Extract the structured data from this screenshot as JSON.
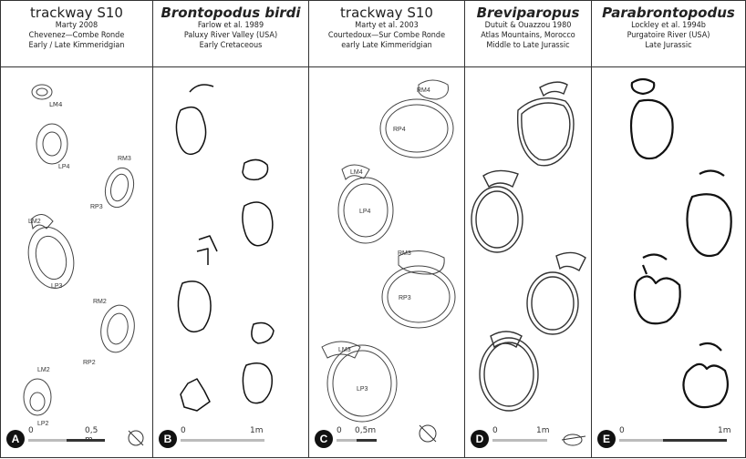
{
  "panels": [
    {
      "letter": "A",
      "title": "trackway S10",
      "italic": false,
      "lines": [
        "Marty 2008",
        "Chevenez—Combe Ronde",
        "Early / Late Kimmeridgian"
      ],
      "scale": {
        "zero": "0",
        "end": "0,5 m"
      },
      "labels": [
        "LM4",
        "LP4",
        "RM3",
        "RP3",
        "LM2",
        "LP3",
        "RM2",
        "RP2",
        "LM2",
        "LP2"
      ]
    },
    {
      "letter": "B",
      "title": "Brontopodus birdi",
      "italic": true,
      "lines": [
        "Farlow et al. 1989",
        "Paluxy River Valley (USA)",
        "Early Cretaceous"
      ],
      "scale": {
        "zero": "0",
        "end": "1m"
      },
      "labels": []
    },
    {
      "letter": "C",
      "title": "trackway S10",
      "italic": false,
      "lines": [
        "Marty et al. 2003",
        "Courtedoux—Sur Combe Ronde",
        "early Late Kimmeridgian"
      ],
      "scale": {
        "zero": "0",
        "end": "0,5m"
      },
      "labels": [
        "RM4",
        "RP4",
        "LM4",
        "LP4",
        "RM3",
        "RP3",
        "LM3",
        "LP3"
      ]
    },
    {
      "letter": "D",
      "title": "Breviparopus",
      "italic": true,
      "lines": [
        "Dutuit & Ouazzou 1980",
        "Atlas Mountains, Morocco",
        "Middle to Late Jurassic"
      ],
      "scale": {
        "zero": "0",
        "end": "1m"
      },
      "labels": []
    },
    {
      "letter": "E",
      "title": "Parabrontopodus",
      "italic": true,
      "lines": [
        "Lockley et al. 1994b",
        "Purgatoire River (USA)",
        "Late Jurassic"
      ],
      "scale": {
        "zero": "0",
        "end": "1m"
      },
      "labels": []
    }
  ]
}
